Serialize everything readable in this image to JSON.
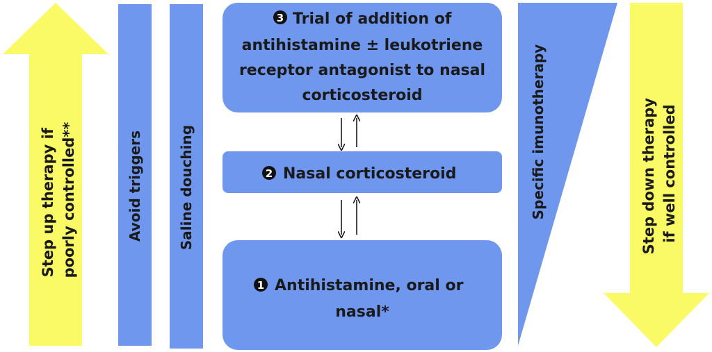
{
  "colors": {
    "box_fill": "#6f97ee",
    "arrow_fill": "#fafa66",
    "text": "#1a1a1a",
    "badge_fill": "#111111",
    "badge_text": "#ffffff",
    "connector": "#1a1a1a"
  },
  "step_up": {
    "line1": "Step up therapy if",
    "line2": "poorly controlled**"
  },
  "step_down": {
    "line1": "Step down therapy",
    "line2": "if well controlled"
  },
  "bars": {
    "avoid_triggers": "Avoid triggers",
    "saline_douching": "Saline douching",
    "specific_immunotherapy": "Specific imunotherapy"
  },
  "steps": {
    "step3": {
      "badge": "3",
      "line1": "Trial of addition of",
      "line2": "antihistamine ± leukotriene",
      "line3": "receptor antagonist to nasal",
      "line4": "corticosteroid"
    },
    "step2": {
      "badge": "2",
      "line1": "Nasal corticosteroid"
    },
    "step1": {
      "badge": "1",
      "line1": "Antihistamine, oral or",
      "line2": "nasal*"
    }
  }
}
